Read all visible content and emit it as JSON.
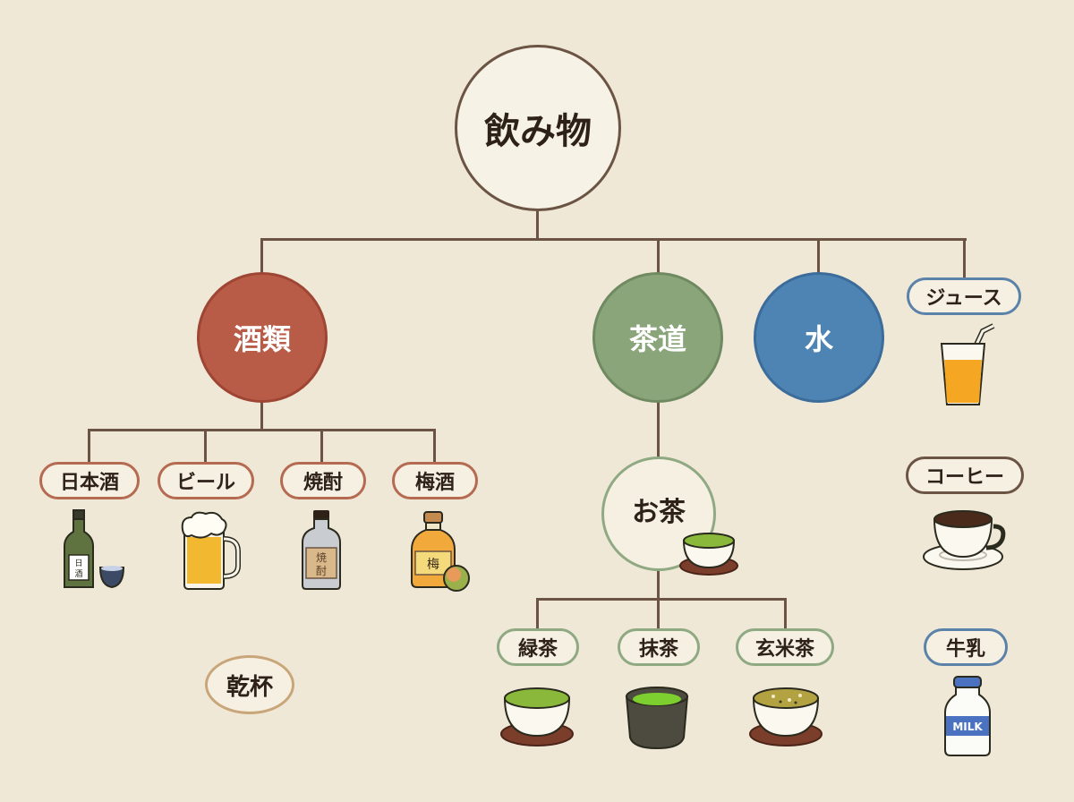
{
  "root": {
    "label": "飲み物"
  },
  "colors": {
    "background": "#f0e8d6",
    "connector": "#6b5443",
    "alcohol": "#b85c48",
    "tea": "#8aa57a",
    "water": "#4e84b4",
    "root_fill": "#f7f2e6"
  },
  "categories": {
    "alcohol": {
      "label": "酒類",
      "items": [
        {
          "label": "日本酒",
          "icon": "sake-bottle-icon"
        },
        {
          "label": "ビール",
          "icon": "beer-mug-icon"
        },
        {
          "label": "焼酎",
          "icon": "shochu-bottle-icon"
        },
        {
          "label": "梅酒",
          "icon": "umeshu-bottle-icon"
        }
      ],
      "bottle_labels": {
        "sake": "日酒",
        "shochu": "焼酎",
        "umeshu": "梅"
      }
    },
    "tea": {
      "label": "茶道",
      "sub": {
        "label": "お茶",
        "items": [
          {
            "label": "緑茶",
            "icon": "green-tea-cup-icon"
          },
          {
            "label": "抹茶",
            "icon": "matcha-bowl-icon"
          },
          {
            "label": "玄米茶",
            "icon": "genmaicha-cup-icon"
          }
        ]
      }
    },
    "water": {
      "label": "水"
    },
    "other": {
      "items": [
        {
          "label": "ジュース",
          "icon": "juice-glass-icon"
        },
        {
          "label": "コーヒー",
          "icon": "coffee-cup-icon"
        },
        {
          "label": "牛乳",
          "icon": "milk-bottle-icon"
        }
      ],
      "milk_label": "MILK"
    }
  },
  "toast": {
    "label": "乾杯"
  }
}
